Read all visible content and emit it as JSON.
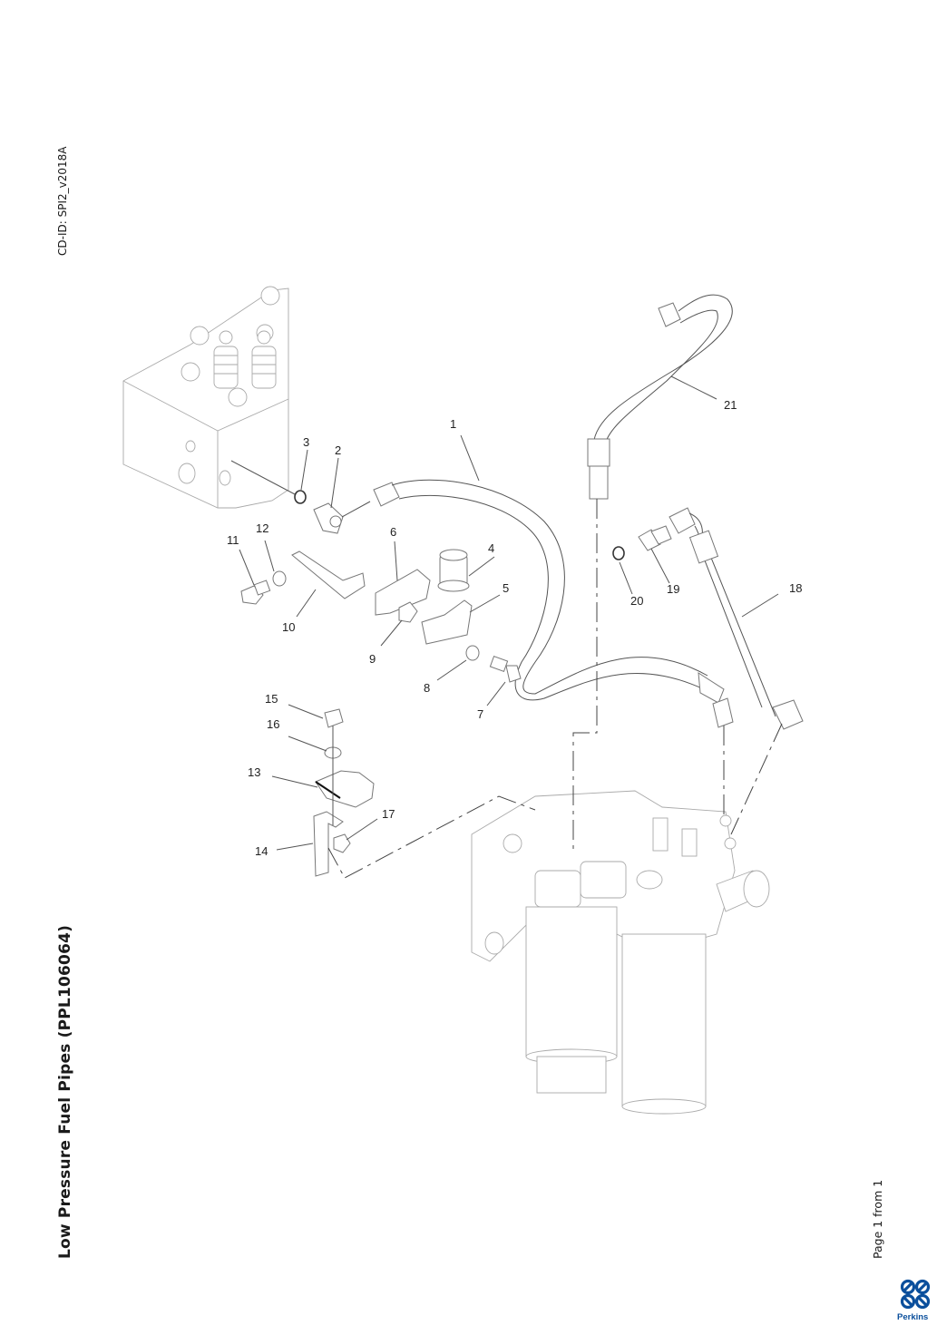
{
  "document": {
    "cd_id": "CD-ID: SPI2_v2018A",
    "title": "Low Pressure Fuel Pipes (PPL106064)",
    "page_label": "Page 1 from 1",
    "brand": "Perkins",
    "brand_color": "#0b4f9c"
  },
  "diagram": {
    "callouts": [
      {
        "id": "1",
        "label": "1"
      },
      {
        "id": "2",
        "label": "2"
      },
      {
        "id": "3",
        "label": "3"
      },
      {
        "id": "4",
        "label": "4"
      },
      {
        "id": "5",
        "label": "5"
      },
      {
        "id": "6",
        "label": "6"
      },
      {
        "id": "7",
        "label": "7"
      },
      {
        "id": "8",
        "label": "8"
      },
      {
        "id": "9",
        "label": "9"
      },
      {
        "id": "10",
        "label": "10"
      },
      {
        "id": "11",
        "label": "11"
      },
      {
        "id": "12",
        "label": "12"
      },
      {
        "id": "13",
        "label": "13"
      },
      {
        "id": "14",
        "label": "14"
      },
      {
        "id": "15",
        "label": "15"
      },
      {
        "id": "16",
        "label": "16"
      },
      {
        "id": "17",
        "label": "17"
      },
      {
        "id": "18",
        "label": "18"
      },
      {
        "id": "19",
        "label": "19"
      },
      {
        "id": "20",
        "label": "20"
      },
      {
        "id": "21",
        "label": "21"
      }
    ]
  }
}
